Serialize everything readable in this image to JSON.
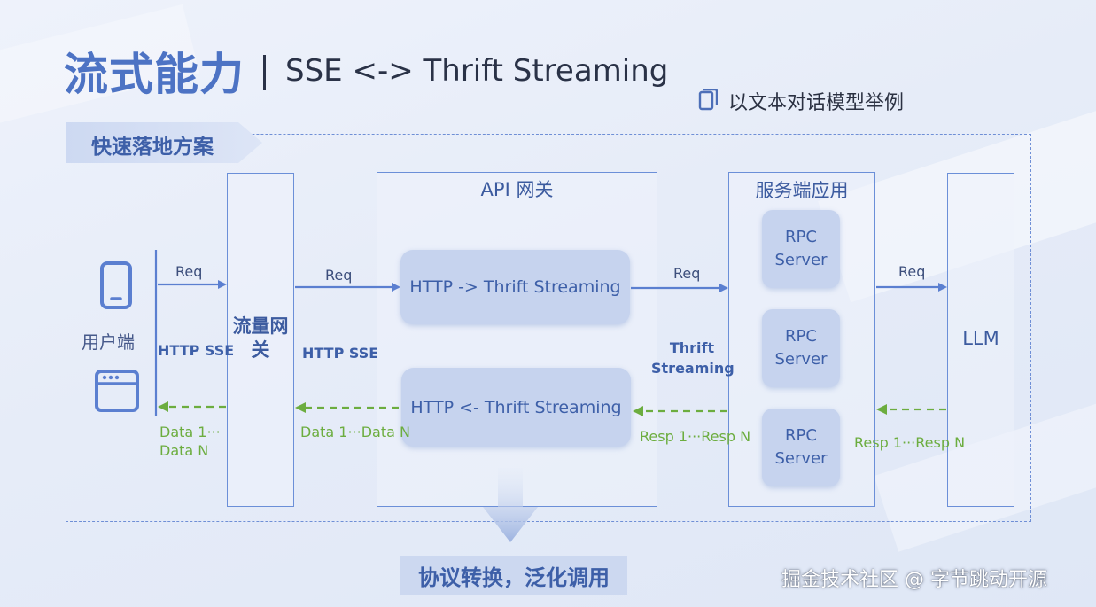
{
  "title": {
    "main": "流式能力",
    "subtitle": "SSE <-> Thrift Streaming"
  },
  "note": {
    "text": "以文本对话模型举例"
  },
  "section_tag": "快速落地方案",
  "client": {
    "label": "用户端"
  },
  "gateway": {
    "label": "流量网关"
  },
  "api_gateway": {
    "label": "API 网关",
    "http_to_thrift": "HTTP -> Thrift Streaming",
    "thrift_to_http": "HTTP <- Thrift Streaming"
  },
  "service": {
    "label": "服务端应用",
    "rpc_servers": [
      {
        "line1": "RPC",
        "line2": "Server"
      },
      {
        "line1": "RPC",
        "line2": "Server"
      },
      {
        "line1": "RPC",
        "line2": "Server"
      }
    ]
  },
  "llm": {
    "label": "LLM"
  },
  "edges": {
    "client_gw": {
      "req": "Req",
      "protocol": "HTTP SSE",
      "data_line1": "Data 1···",
      "data_line2": "Data N"
    },
    "gw_api": {
      "req": "Req",
      "protocol": "HTTP SSE",
      "data": "Data 1···Data N"
    },
    "api_svc": {
      "req": "Req",
      "protocol_line1": "Thrift",
      "protocol_line2": "Streaming",
      "resp": "Resp 1···Resp N"
    },
    "svc_llm": {
      "req": "Req",
      "resp": "Resp 1···Resp N"
    }
  },
  "bottom_label": "协议转换，泛化调用",
  "watermark": "掘金技术社区 @ 字节跳动开源",
  "colors": {
    "accent": "#4d73c4",
    "arrow_blue": "#5b7fd0",
    "arrow_green": "#6cad3f",
    "pill": "#c6d3ee"
  },
  "icons": [
    "phone-icon",
    "browser-icon",
    "document-icon",
    "down-arrow-icon"
  ]
}
